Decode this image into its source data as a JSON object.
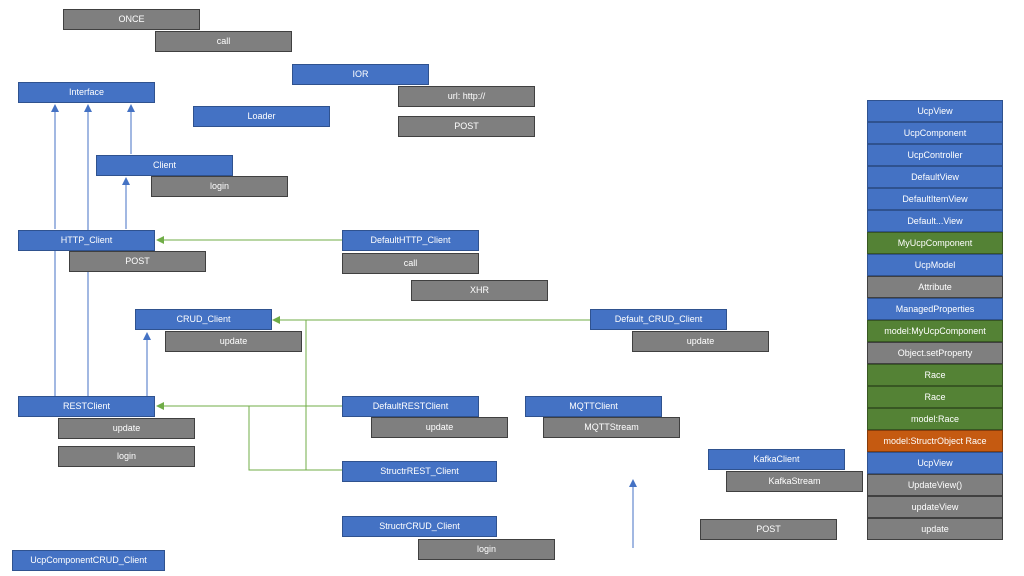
{
  "diagram": {
    "colors": {
      "blue": "#4472c4",
      "gray": "#7f7f7f",
      "green": "#548235",
      "orange": "#c55a11",
      "arrow_blue": "#4472c4",
      "arrow_green": "#70ad47"
    },
    "nodes": {
      "once": "ONCE",
      "once_call": "call",
      "ior": "IOR",
      "ior_url": "url: http://",
      "ior_post": "POST",
      "interface": "Interface",
      "loader": "Loader",
      "client": "Client",
      "client_login": "login",
      "http_client": "HTTP_Client",
      "http_post": "POST",
      "default_http_client": "DefaultHTTP_Client",
      "default_http_call": "call",
      "xhr": "XHR",
      "crud_client": "CRUD_Client",
      "crud_update": "update",
      "default_crud_client": "Default_CRUD_Client",
      "default_crud_update": "update",
      "rest_client": "RESTClient",
      "rest_update": "update",
      "rest_login": "login",
      "default_rest_client": "DefaultRESTClient",
      "default_rest_update": "update",
      "mqtt_client": "MQTTClient",
      "mqtt_stream": "MQTTStream",
      "structr_rest_client": "StructrREST_Client",
      "structr_crud_client": "StructrCRUD_Client",
      "structr_crud_login": "login",
      "ucp_component_crud_client": "UcpComponentCRUD_Client",
      "kafka_client": "KafkaClient",
      "kafka_stream": "KafkaStream",
      "post_bottom": "POST"
    },
    "stack": [
      "UcpView",
      "UcpComponent",
      "UcpController",
      "DefaultView",
      "DefaultItemView",
      "Default...View",
      "MyUcpComponent",
      "UcpModel",
      "Attribute",
      "ManagedProperties",
      "model:MyUcpComponent",
      "Object.setProperty",
      "Race",
      "Race",
      "model:Race",
      "model:StructrObject Race",
      "UcpView",
      "UpdateView()",
      "updateView",
      "update"
    ]
  }
}
